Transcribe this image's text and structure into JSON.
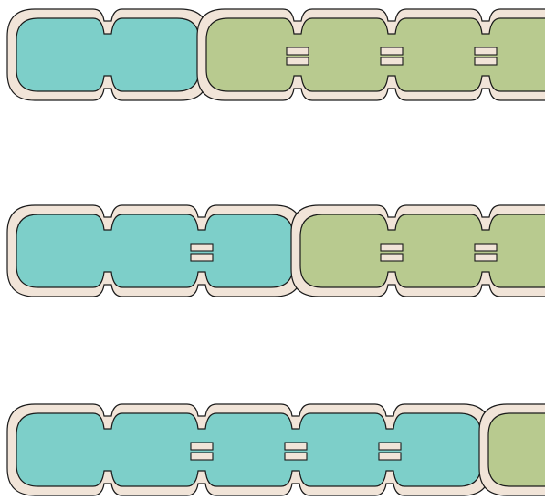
{
  "colors": {
    "background": "#ffffff",
    "envelope": "#f1e4d8",
    "outline": "#1a1a1a",
    "teal": "#7dcfc9",
    "green": "#b8ca8f",
    "junction": "#f1e4d8"
  },
  "rows": [
    {
      "groups": [
        {
          "color": "teal",
          "units": 2,
          "junctions": [
            false
          ]
        },
        {
          "color": "green",
          "units": 4,
          "junctions": [
            true,
            true,
            true
          ]
        }
      ]
    },
    {
      "groups": [
        {
          "color": "teal",
          "units": 3,
          "junctions": [
            false,
            true
          ]
        },
        {
          "color": "green",
          "units": 3,
          "junctions": [
            true,
            true
          ]
        }
      ]
    },
    {
      "groups": [
        {
          "color": "teal",
          "units": 5,
          "junctions": [
            false,
            true,
            true,
            true
          ]
        },
        {
          "color": "green",
          "units": 1,
          "junctions": []
        }
      ]
    }
  ]
}
